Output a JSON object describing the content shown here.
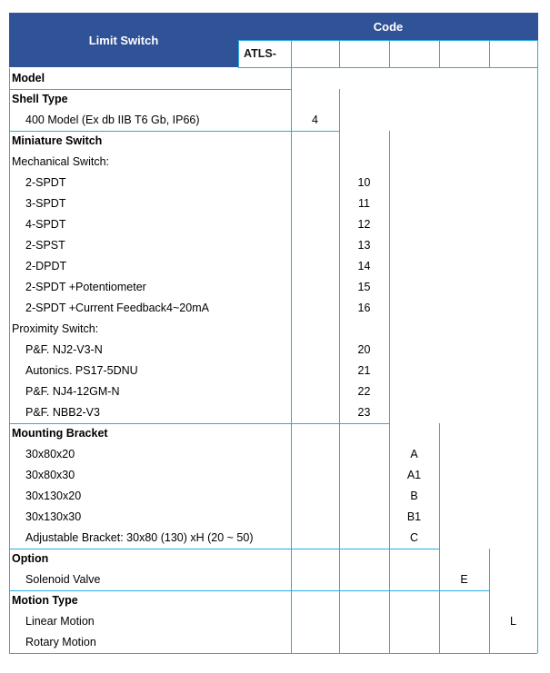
{
  "header": {
    "title": "Limit Switch",
    "code_label": "Code",
    "prefix": "ATLS-"
  },
  "sections": [
    {
      "name": "model",
      "title": "Model",
      "rows": []
    },
    {
      "name": "shell-type",
      "title": "Shell Type",
      "rows": [
        {
          "label": "400 Model (Ex db IIB T6 Gb, IP66)",
          "code": "4",
          "indent": "item"
        }
      ]
    },
    {
      "name": "miniature-switch",
      "title": "Miniature Switch",
      "rows": [
        {
          "label": "Mechanical Switch:",
          "code": "",
          "indent": "sub"
        },
        {
          "label": "2-SPDT",
          "code": "10",
          "indent": "item"
        },
        {
          "label": "3-SPDT",
          "code": "11",
          "indent": "item"
        },
        {
          "label": "4-SPDT",
          "code": "12",
          "indent": "item"
        },
        {
          "label": "2-SPST",
          "code": "13",
          "indent": "item"
        },
        {
          "label": "2-DPDT",
          "code": "14",
          "indent": "item"
        },
        {
          "label": "2-SPDT +Potentiometer",
          "code": "15",
          "indent": "item"
        },
        {
          "label": "2-SPDT +Current Feedback4~20mA",
          "code": "16",
          "indent": "item"
        },
        {
          "label": "Proximity Switch:",
          "code": "",
          "indent": "sub"
        },
        {
          "label": "P&F. NJ2-V3-N",
          "code": "20",
          "indent": "item"
        },
        {
          "label": "Autonics. PS17-5DNU",
          "code": "21",
          "indent": "item"
        },
        {
          "label": "P&F. NJ4-12GM-N",
          "code": "22",
          "indent": "item"
        },
        {
          "label": "P&F. NBB2-V3",
          "code": "23",
          "indent": "item"
        }
      ]
    },
    {
      "name": "mounting-bracket",
      "title": "Mounting Bracket",
      "rows": [
        {
          "label": "30x80x20",
          "code": "A",
          "indent": "item"
        },
        {
          "label": "30x80x30",
          "code": "A1",
          "indent": "item"
        },
        {
          "label": "30x130x20",
          "code": "B",
          "indent": "item"
        },
        {
          "label": "30x130x30",
          "code": "B1",
          "indent": "item"
        },
        {
          "label": "Adjustable Bracket: 30x80 (130) xH (20 ~ 50)",
          "code": "C",
          "indent": "item"
        }
      ]
    },
    {
      "name": "option",
      "title": "Option",
      "rows": [
        {
          "label": "Solenoid Valve",
          "code": "E",
          "indent": "item"
        }
      ]
    },
    {
      "name": "motion-type",
      "title": "Motion Type",
      "rows": [
        {
          "label": "Linear Motion",
          "code": "L",
          "indent": "item"
        },
        {
          "label": "Rotary Motion",
          "code": "",
          "indent": "item"
        }
      ]
    }
  ],
  "colors": {
    "header_fill": "#305296",
    "rule": "#29ABE2",
    "text": "#000000",
    "header_text": "#FFFFFF"
  }
}
